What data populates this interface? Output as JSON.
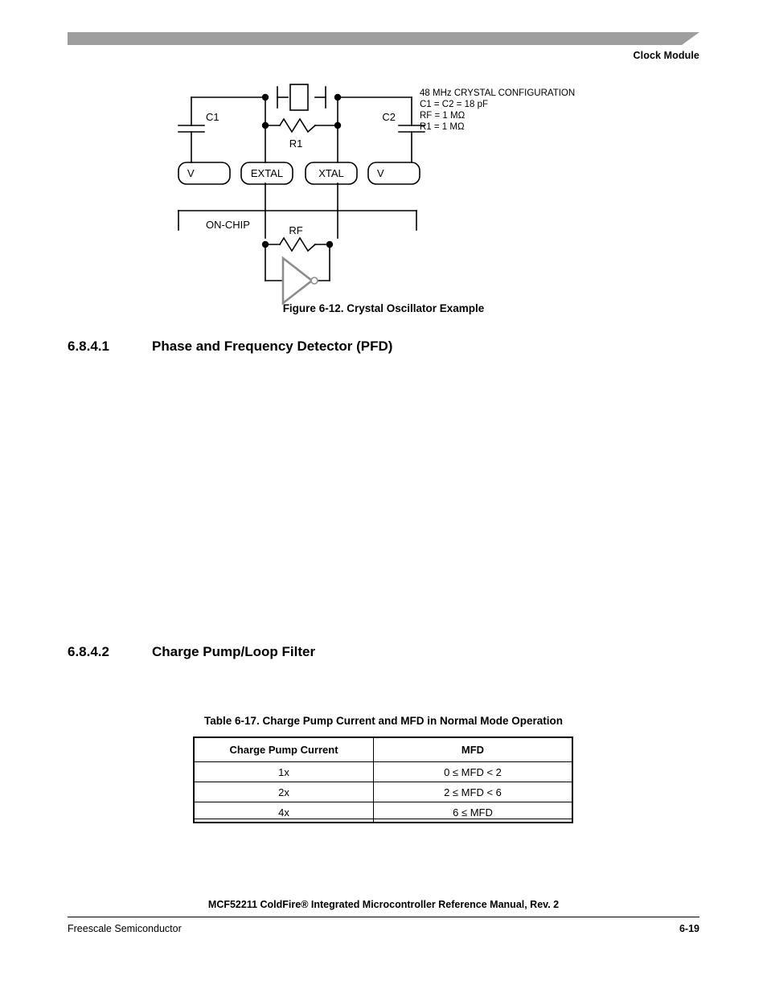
{
  "header": {
    "running_title": "Clock Module",
    "banner_color": "#9e9e9e"
  },
  "figure": {
    "caption": "Figure 6-12. Crystal Oscillator Example",
    "annotation": {
      "line1": "48 MHz CRYSTAL CONFIGURATION",
      "line2": "C1 = C2 = 18 pF",
      "line3": "RF = 1 MΩ",
      "line4": "R1 = 1 MΩ"
    },
    "labels": {
      "c1": "C1",
      "c2": "C2",
      "r1": "R1",
      "rf": "RF",
      "on_chip": "ON-CHIP",
      "pin_vss_left": "V",
      "pin_extal": "EXTAL",
      "pin_xtal": "XTAL",
      "pin_vss_right": "V"
    }
  },
  "sections": [
    {
      "number": "6.8.4.1",
      "title": "Phase and Frequency Detector (PFD)"
    },
    {
      "number": "6.8.4.2",
      "title": "Charge Pump/Loop Filter"
    }
  ],
  "table": {
    "caption": "Table 6-17. Charge Pump Current and MFD in Normal Mode Operation",
    "headers": [
      "Charge Pump Current",
      "MFD"
    ],
    "rows": [
      [
        "1x",
        "0 ≤ MFD < 2"
      ],
      [
        "2x",
        "2 ≤ MFD < 6"
      ],
      [
        "4x",
        "6 ≤ MFD"
      ]
    ]
  },
  "footer": {
    "title": "MCF52211 ColdFire® Integrated Microcontroller Reference Manual, Rev. 2",
    "company": "Freescale Semiconductor",
    "page": "6-19"
  }
}
